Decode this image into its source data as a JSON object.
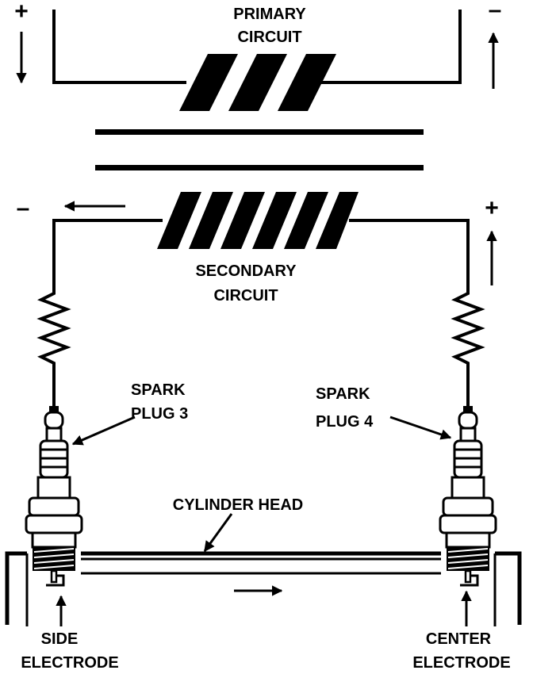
{
  "colors": {
    "ink": "#000000",
    "background": "#ffffff"
  },
  "primary": {
    "line1": "PRIMARY",
    "line2": "CIRCUIT",
    "plus": "+",
    "minus": "–"
  },
  "secondary": {
    "line1": "SECONDARY",
    "line2": "CIRCUIT",
    "plus": "+",
    "minus": "–"
  },
  "plug3": {
    "line1": "SPARK",
    "line2": "PLUG 3"
  },
  "plug4": {
    "line1": "SPARK",
    "line2": "PLUG 4"
  },
  "cylinder_head": "CYLINDER HEAD",
  "side_electrode": {
    "line1": "SIDE",
    "line2": "ELECTRODE"
  },
  "center_electrode": {
    "line1": "CENTER",
    "line2": "ELECTRODE"
  }
}
